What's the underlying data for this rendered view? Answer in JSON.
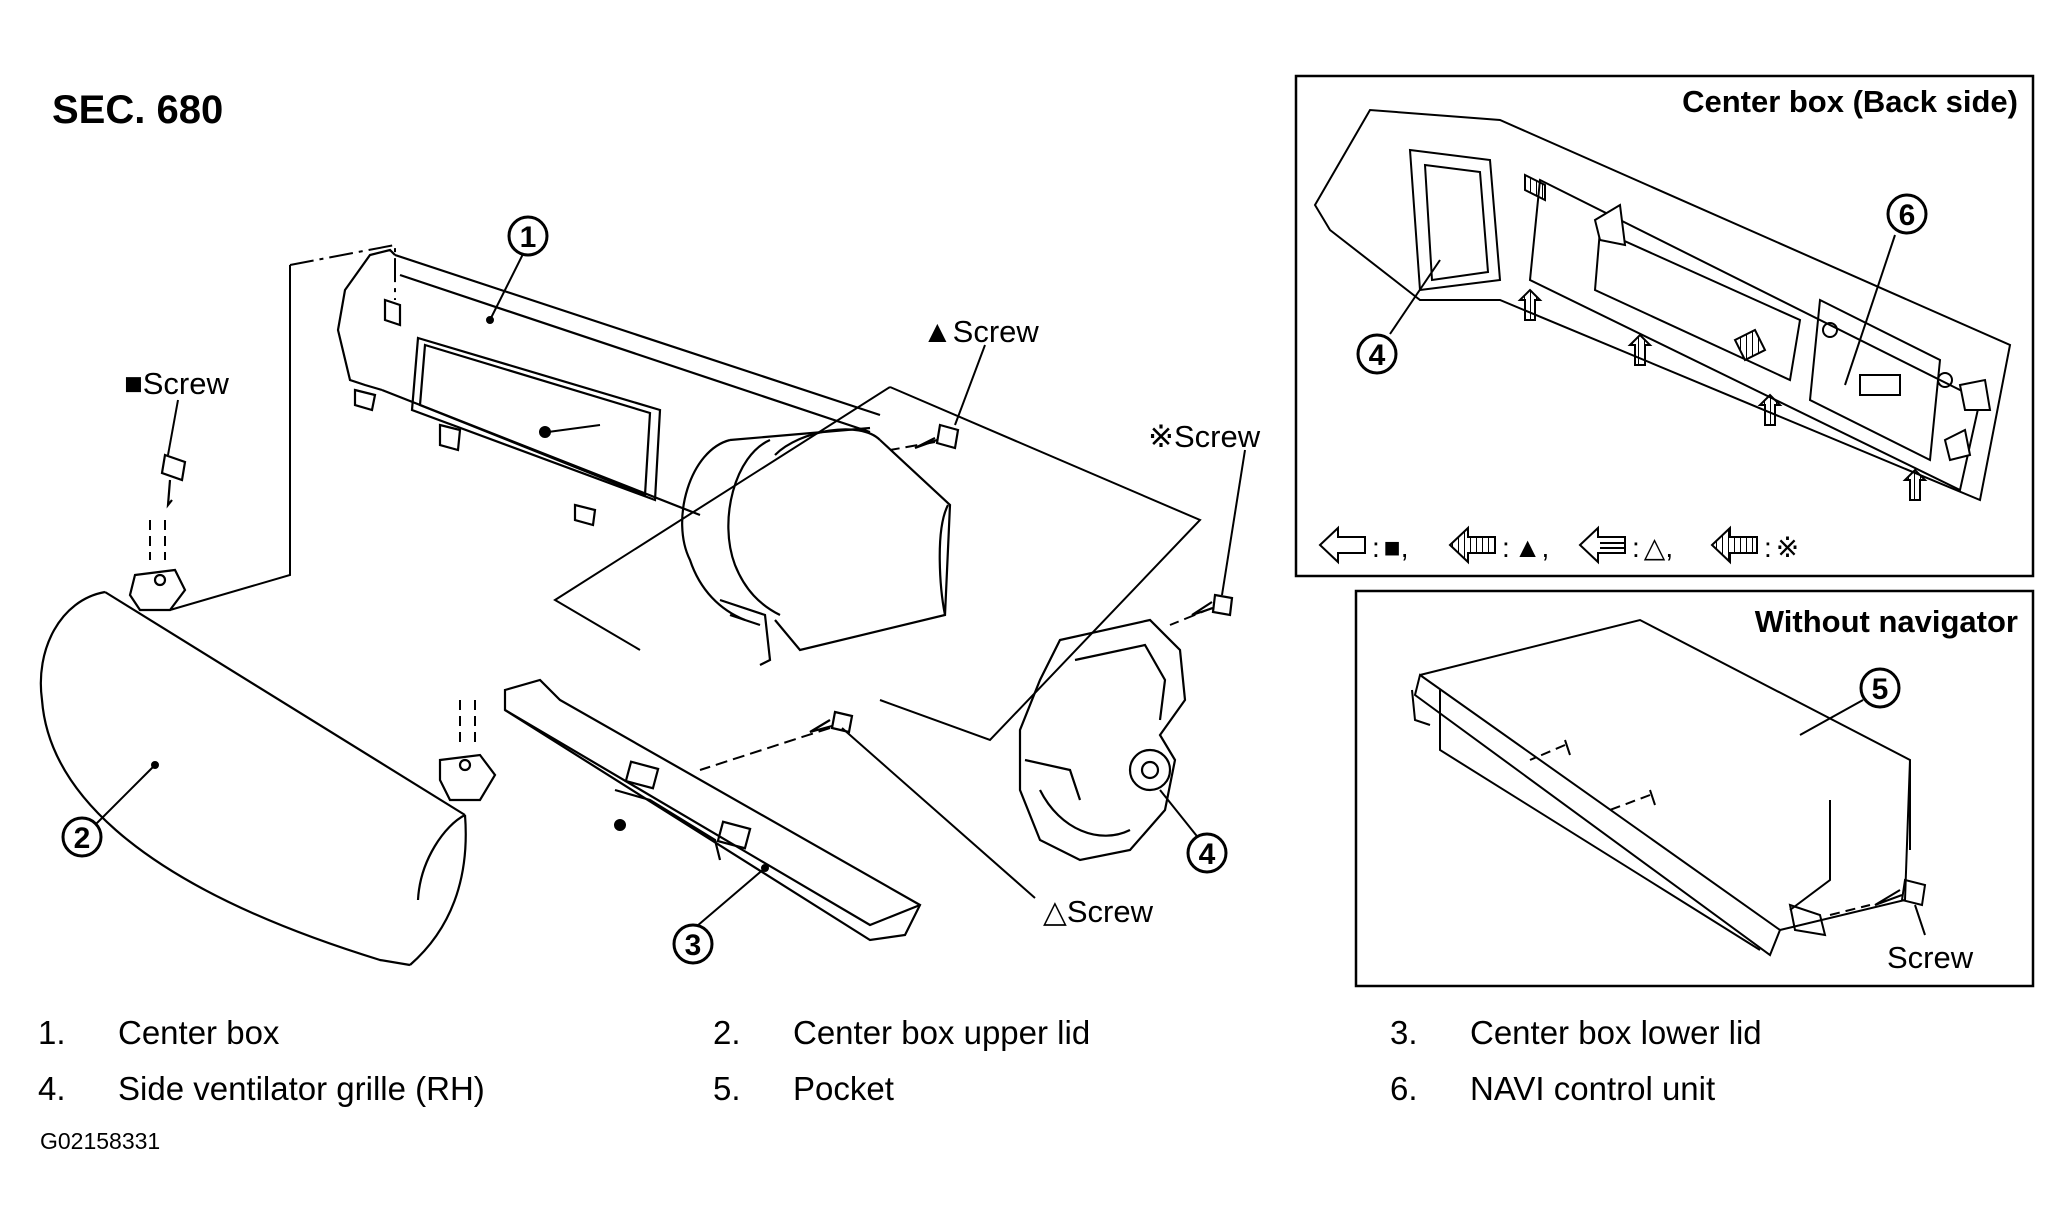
{
  "section": "SEC. 680",
  "callouts": {
    "square_screw": "■Screw",
    "triangle_screw": "▲Screw",
    "ref_screw": "※Screw",
    "open_triangle_screw": "△Screw"
  },
  "inset_back": {
    "title": "Center box (Back side)",
    "legend": [
      {
        "symbol": "■",
        "sep": ":",
        "tail": ","
      },
      {
        "symbol": "▲",
        "sep": ":",
        "tail": ","
      },
      {
        "symbol": "△",
        "sep": ":",
        "tail": ","
      },
      {
        "symbol": "※",
        "sep": ":",
        "tail": ""
      }
    ]
  },
  "inset_nav": {
    "title": "Without navigator",
    "screw_label": "Screw"
  },
  "part_numbers": [
    "1",
    "2",
    "3",
    "4",
    "5",
    "6"
  ],
  "legend": [
    {
      "num": "1.",
      "name": "Center box"
    },
    {
      "num": "2.",
      "name": "Center box upper lid"
    },
    {
      "num": "3.",
      "name": "Center box lower lid"
    },
    {
      "num": "4.",
      "name": "Side ventilator grille (RH)"
    },
    {
      "num": "5.",
      "name": "Pocket"
    },
    {
      "num": "6.",
      "name": "NAVI control unit"
    }
  ],
  "figure_code": "G02158331"
}
